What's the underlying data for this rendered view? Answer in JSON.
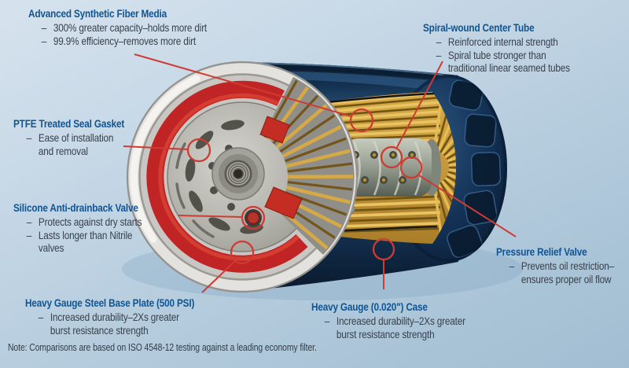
{
  "bullet_marker": "–",
  "callouts": [
    {
      "id": "advanced-media",
      "title": "Advanced Synthetic Fiber Media",
      "bullets": [
        [
          "300% greater capacity–holds more dirt"
        ],
        [
          "99.9% efficiency–removes more dirt"
        ]
      ]
    },
    {
      "id": "spiral-tube",
      "title": "Spiral-wound Center Tube",
      "bullets": [
        [
          "Reinforced internal strength"
        ],
        [
          "Spiral tube stronger than",
          "traditional linear seamed tubes"
        ]
      ]
    },
    {
      "id": "ptfe-gasket",
      "title": "PTFE Treated Seal Gasket",
      "bullets": [
        [
          "Ease of installation",
          "and removal"
        ]
      ]
    },
    {
      "id": "silicone-valve",
      "title": "Silicone Anti-drainback Valve",
      "bullets": [
        [
          "Protects against dry starts"
        ],
        [
          "Lasts longer than Nitrile",
          "valves"
        ]
      ]
    },
    {
      "id": "base-plate",
      "title": "Heavy Gauge Steel Base Plate (500 PSI)",
      "bullets": [
        [
          "Increased durability–2Xs greater",
          "burst resistance strength"
        ]
      ]
    },
    {
      "id": "case",
      "title": "Heavy Gauge (0.020\") Case",
      "bullets": [
        [
          "Increased durability–2Xs greater",
          "burst resistance strength"
        ]
      ]
    },
    {
      "id": "relief-valve",
      "title": "Pressure Relief Valve",
      "bullets": [
        [
          "Prevents oil restriction–",
          "ensures proper oil flow"
        ]
      ]
    }
  ],
  "note": "Note: Comparisons are based on ISO 4548-12 testing against a leading economy filter.",
  "illustration": {
    "name": "oil-filter-cutaway",
    "parts": [
      "outer-case",
      "end-cap",
      "seal-gasket",
      "base-plate",
      "anti-drainback-valve",
      "filter-media",
      "center-tube",
      "relief-valve"
    ]
  },
  "colors": {
    "callout_line": "#ce3b32",
    "title_blue": "#0f5493",
    "body_text": "#39414c",
    "case_navy": "#14304f",
    "media_gold": "#cf9f3b",
    "gasket_red": "#c12424",
    "steel_silver": "#d9d8d4",
    "background_top": "#d6e3ee",
    "background_bottom": "#a2bdd2"
  }
}
